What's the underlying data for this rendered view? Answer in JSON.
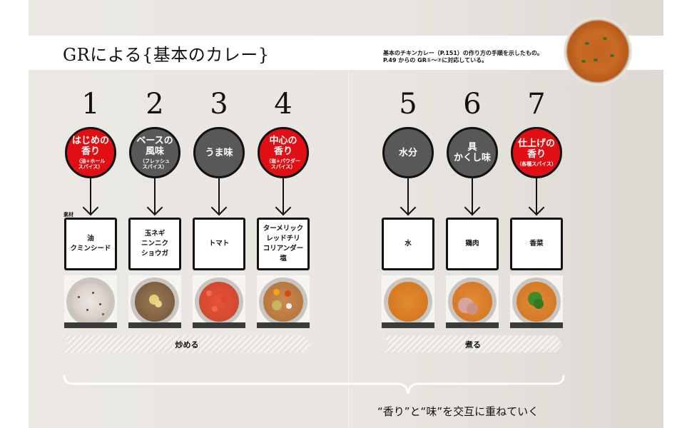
{
  "header": {
    "title": "GRによる{基本のカレー}",
    "note_line1": "基本のチキンカレー（P.151）の作り方の手順を示したもの。",
    "note_line2": "P.49 からの GR①〜⑦に対応している。"
  },
  "label_sozai": "素材",
  "steps": [
    {
      "num": "1",
      "main": "はじめの\n香り",
      "sub": "（油+ホール\nスパイス）",
      "color": "red",
      "ingredients": "油\nクミンシード",
      "photo": "whole spices in oil"
    },
    {
      "num": "2",
      "main": "ベースの\n風味",
      "sub": "（フレッシュ\nスパイス）",
      "color": "gray",
      "ingredients": "玉ネギ\nニンニク\nショウガ",
      "photo": "onion with garlic & ginger"
    },
    {
      "num": "3",
      "main": "うま味",
      "sub": "",
      "color": "gray",
      "ingredients": "トマト",
      "photo": "diced tomato"
    },
    {
      "num": "4",
      "main": "中心の\n香り",
      "sub": "（塩+パウダー\nスパイス）",
      "color": "red",
      "ingredients": "ターメリック\nレッドチリ\nコリアンダー\n塩",
      "photo": "powder spices"
    },
    {
      "num": "5",
      "main": "水分",
      "sub": "",
      "color": "gray",
      "ingredients": "水",
      "photo": "curry base with water"
    },
    {
      "num": "6",
      "main": "具\nかくし味",
      "sub": "",
      "color": "gray",
      "ingredients": "鶏肉",
      "photo": "chicken added"
    },
    {
      "num": "7",
      "main": "仕上げの\n香り",
      "sub": "（各種スパイス）",
      "color": "red",
      "ingredients": "香菜",
      "photo": "coriander leaves"
    }
  ],
  "phases": [
    {
      "label": "炒める"
    },
    {
      "label": "煮る"
    }
  ],
  "caption": "“香り”と“味”を交互に重ねていく",
  "colors": {
    "red": "#e10f14",
    "gray": "#595757",
    "background": "#eae7e2"
  }
}
